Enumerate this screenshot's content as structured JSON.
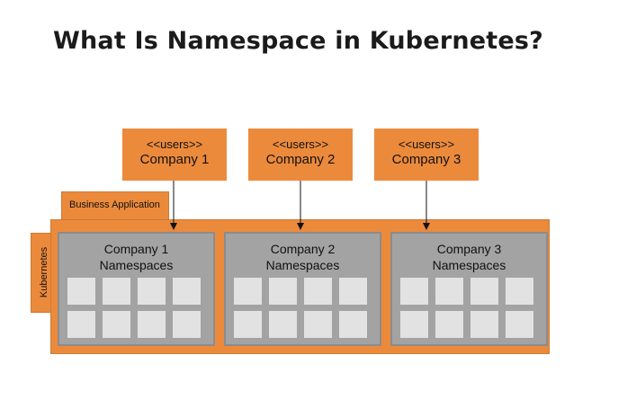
{
  "title": "What Is Namespace in Kubernetes?",
  "users": [
    {
      "stereotype": "<<users>>",
      "name": "Company 1"
    },
    {
      "stereotype": "<<users>>",
      "name": "Company 2"
    },
    {
      "stereotype": "<<users>>",
      "name": "Company 3"
    }
  ],
  "business_application_label": "Business Application",
  "kubernetes_label": "Kubernetes",
  "namespaces": [
    {
      "line1": "Company 1",
      "line2": "Namespaces"
    },
    {
      "line1": "Company 2",
      "line2": "Namespaces"
    },
    {
      "line1": "Company  3",
      "line2": "Namespaces"
    }
  ],
  "colors": {
    "accent": "#ec8a3c",
    "namespace_fill": "#a3a3a3",
    "cell_fill": "#e2e2e2",
    "title_text": "#1b1b1b"
  }
}
